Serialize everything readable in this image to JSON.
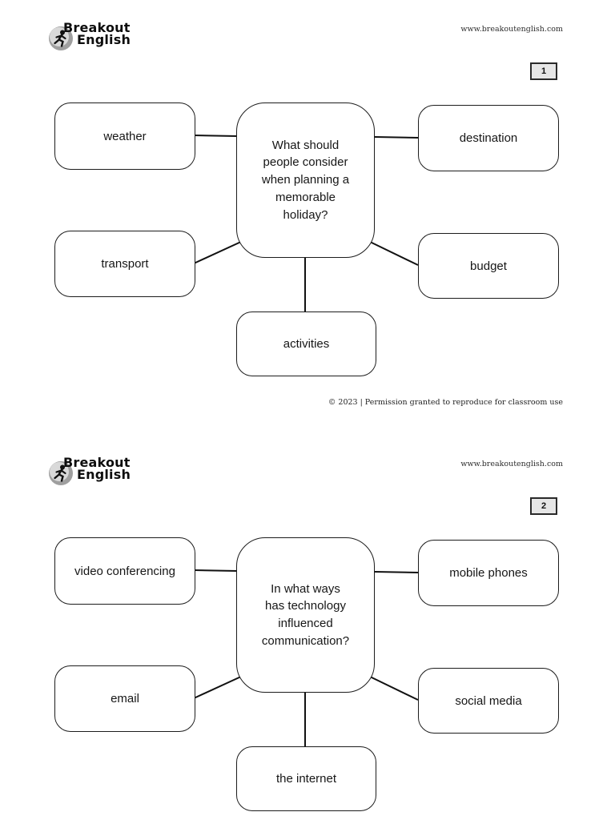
{
  "brand": {
    "name_line1": "Breakout",
    "name_line2": "English",
    "website": "www.breakoutenglish.com"
  },
  "footer": {
    "copyright": "© 2023 | Permission granted to reproduce for classroom use"
  },
  "colors": {
    "box_border": "#1c1c1c",
    "page_badge_bg": "#e6e6e6",
    "page_bg": "#ffffff"
  },
  "pages": [
    {
      "number": "1",
      "question": "What should\npeople consider\nwhen planning a\nmemorable\nholiday?",
      "topics": {
        "top_left": "weather",
        "top_right": "destination",
        "mid_left": "transport",
        "mid_right": "budget",
        "bottom": "activities"
      }
    },
    {
      "number": "2",
      "question": "In what ways\nhas technology\ninfluenced\ncommunication?",
      "topics": {
        "top_left": "video conferencing",
        "top_right": "mobile phones",
        "mid_left": "email",
        "mid_right": "social media",
        "bottom": "the internet"
      }
    }
  ]
}
